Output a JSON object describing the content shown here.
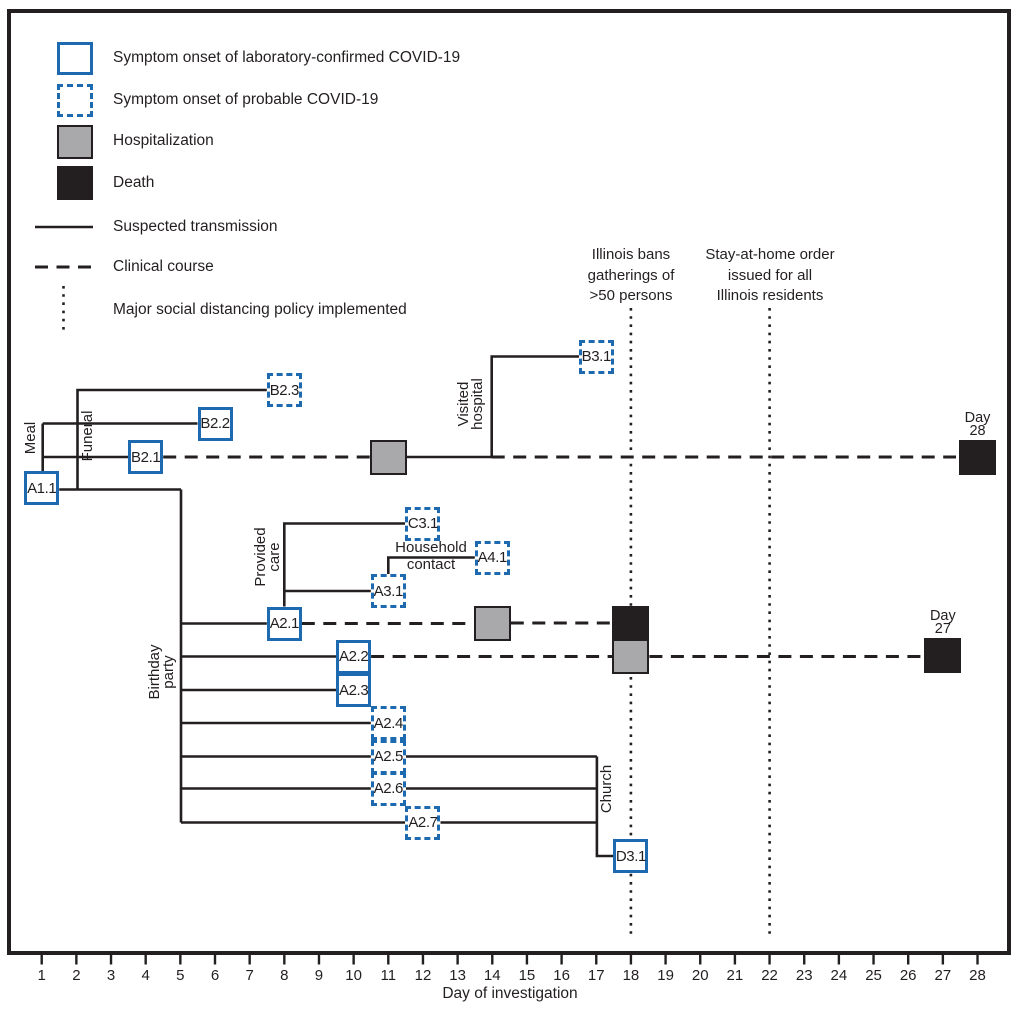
{
  "legend": {
    "items": [
      {
        "swatch": "confirmed-box",
        "label": "Symptom onset of laboratory-confirmed COVID-19"
      },
      {
        "swatch": "probable-box",
        "label": "Symptom onset of probable COVID-19"
      },
      {
        "swatch": "hospitalization-box",
        "label": "Hospitalization"
      },
      {
        "swatch": "death-box",
        "label": "Death"
      },
      {
        "swatch": "solid-line",
        "label": "Suspected transmission"
      },
      {
        "swatch": "dashed-line",
        "label": "Clinical course"
      },
      {
        "swatch": "dotted-line",
        "label": "Major social distancing policy implemented"
      }
    ]
  },
  "policy_annotations": [
    {
      "day": 18,
      "lines": [
        "Illinois bans",
        "gatherings of",
        ">50 persons"
      ]
    },
    {
      "day": 22,
      "lines": [
        "Stay-at-home order",
        "issued for all",
        "Illinois residents"
      ]
    }
  ],
  "event_labels": {
    "meal": "Meal",
    "funeral": "Funeral",
    "birthday_party": [
      "Birthday",
      "party"
    ],
    "provided_care": [
      "Provided",
      "care"
    ],
    "household_contact": [
      "Household",
      "contact"
    ],
    "visited_hospital": [
      "Visited",
      "hospital"
    ],
    "church": "Church"
  },
  "cases": [
    {
      "id": "A1.1",
      "status": "confirmed",
      "day": 1
    },
    {
      "id": "B2.1",
      "status": "confirmed",
      "day": 4
    },
    {
      "id": "B2.2",
      "status": "confirmed",
      "day": 6
    },
    {
      "id": "B2.3",
      "status": "probable",
      "day": 8
    },
    {
      "id": "B3.1",
      "status": "probable",
      "day": 17
    },
    {
      "id": "A2.1",
      "status": "confirmed",
      "day": 8
    },
    {
      "id": "C3.1",
      "status": "probable",
      "day": 12
    },
    {
      "id": "A3.1",
      "status": "probable",
      "day": 11
    },
    {
      "id": "A4.1",
      "status": "probable",
      "day": 14
    },
    {
      "id": "A2.2",
      "status": "confirmed",
      "day": 10
    },
    {
      "id": "A2.3",
      "status": "confirmed",
      "day": 10
    },
    {
      "id": "A2.4",
      "status": "probable",
      "day": 11
    },
    {
      "id": "A2.5",
      "status": "probable",
      "day": 11
    },
    {
      "id": "A2.6",
      "status": "probable",
      "day": 11
    },
    {
      "id": "A2.7",
      "status": "probable",
      "day": 12
    },
    {
      "id": "D3.1",
      "status": "confirmed",
      "day": 18
    }
  ],
  "markers": [
    {
      "type": "hospitalization",
      "case": "B2.1",
      "day": 11
    },
    {
      "type": "hospitalization",
      "case": "A2.1",
      "day": 14
    },
    {
      "type": "death",
      "case": "A2.1",
      "day": 18
    },
    {
      "type": "hospitalization",
      "case": "A2.2",
      "day": 18
    },
    {
      "type": "death",
      "case": "B2.1",
      "day": 28,
      "label": [
        "Day",
        "28"
      ]
    },
    {
      "type": "death",
      "case": "A2.2",
      "day": 27,
      "label": [
        "Day",
        "27"
      ]
    }
  ],
  "axis": {
    "title": "Day of investigation",
    "days": [
      1,
      2,
      3,
      4,
      5,
      6,
      7,
      8,
      9,
      10,
      11,
      12,
      13,
      14,
      15,
      16,
      17,
      18,
      19,
      20,
      21,
      22,
      23,
      24,
      25,
      26,
      27,
      28
    ]
  },
  "colors": {
    "confirmed_blue": "#1e6ab0",
    "hospitalization_gray": "#a9a9ab",
    "ink": "#231f20"
  }
}
